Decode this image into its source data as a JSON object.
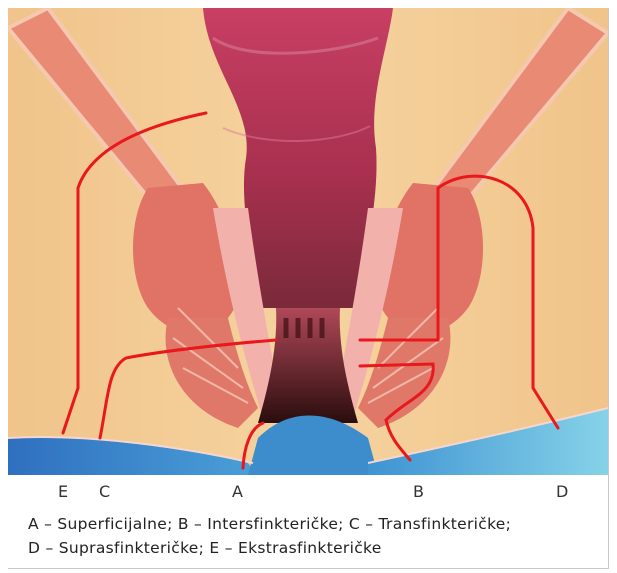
{
  "labels": {
    "E": "E",
    "C": "C",
    "A": "A",
    "B": "B",
    "D": "D"
  },
  "caption": {
    "line1": "A – Superficijalne; B – Intersfinkteričke; C – Transfinkteričke;",
    "line2": "D – Suprasfinkteričke; E – Ekstrasfinkteričke"
  },
  "colors": {
    "background_tissue": "#f2c68c",
    "muscle": "#e07868",
    "mucosa": "#c0405e",
    "fistula_lines": "#e8181c",
    "skin_blue": "#3e8fd0"
  }
}
